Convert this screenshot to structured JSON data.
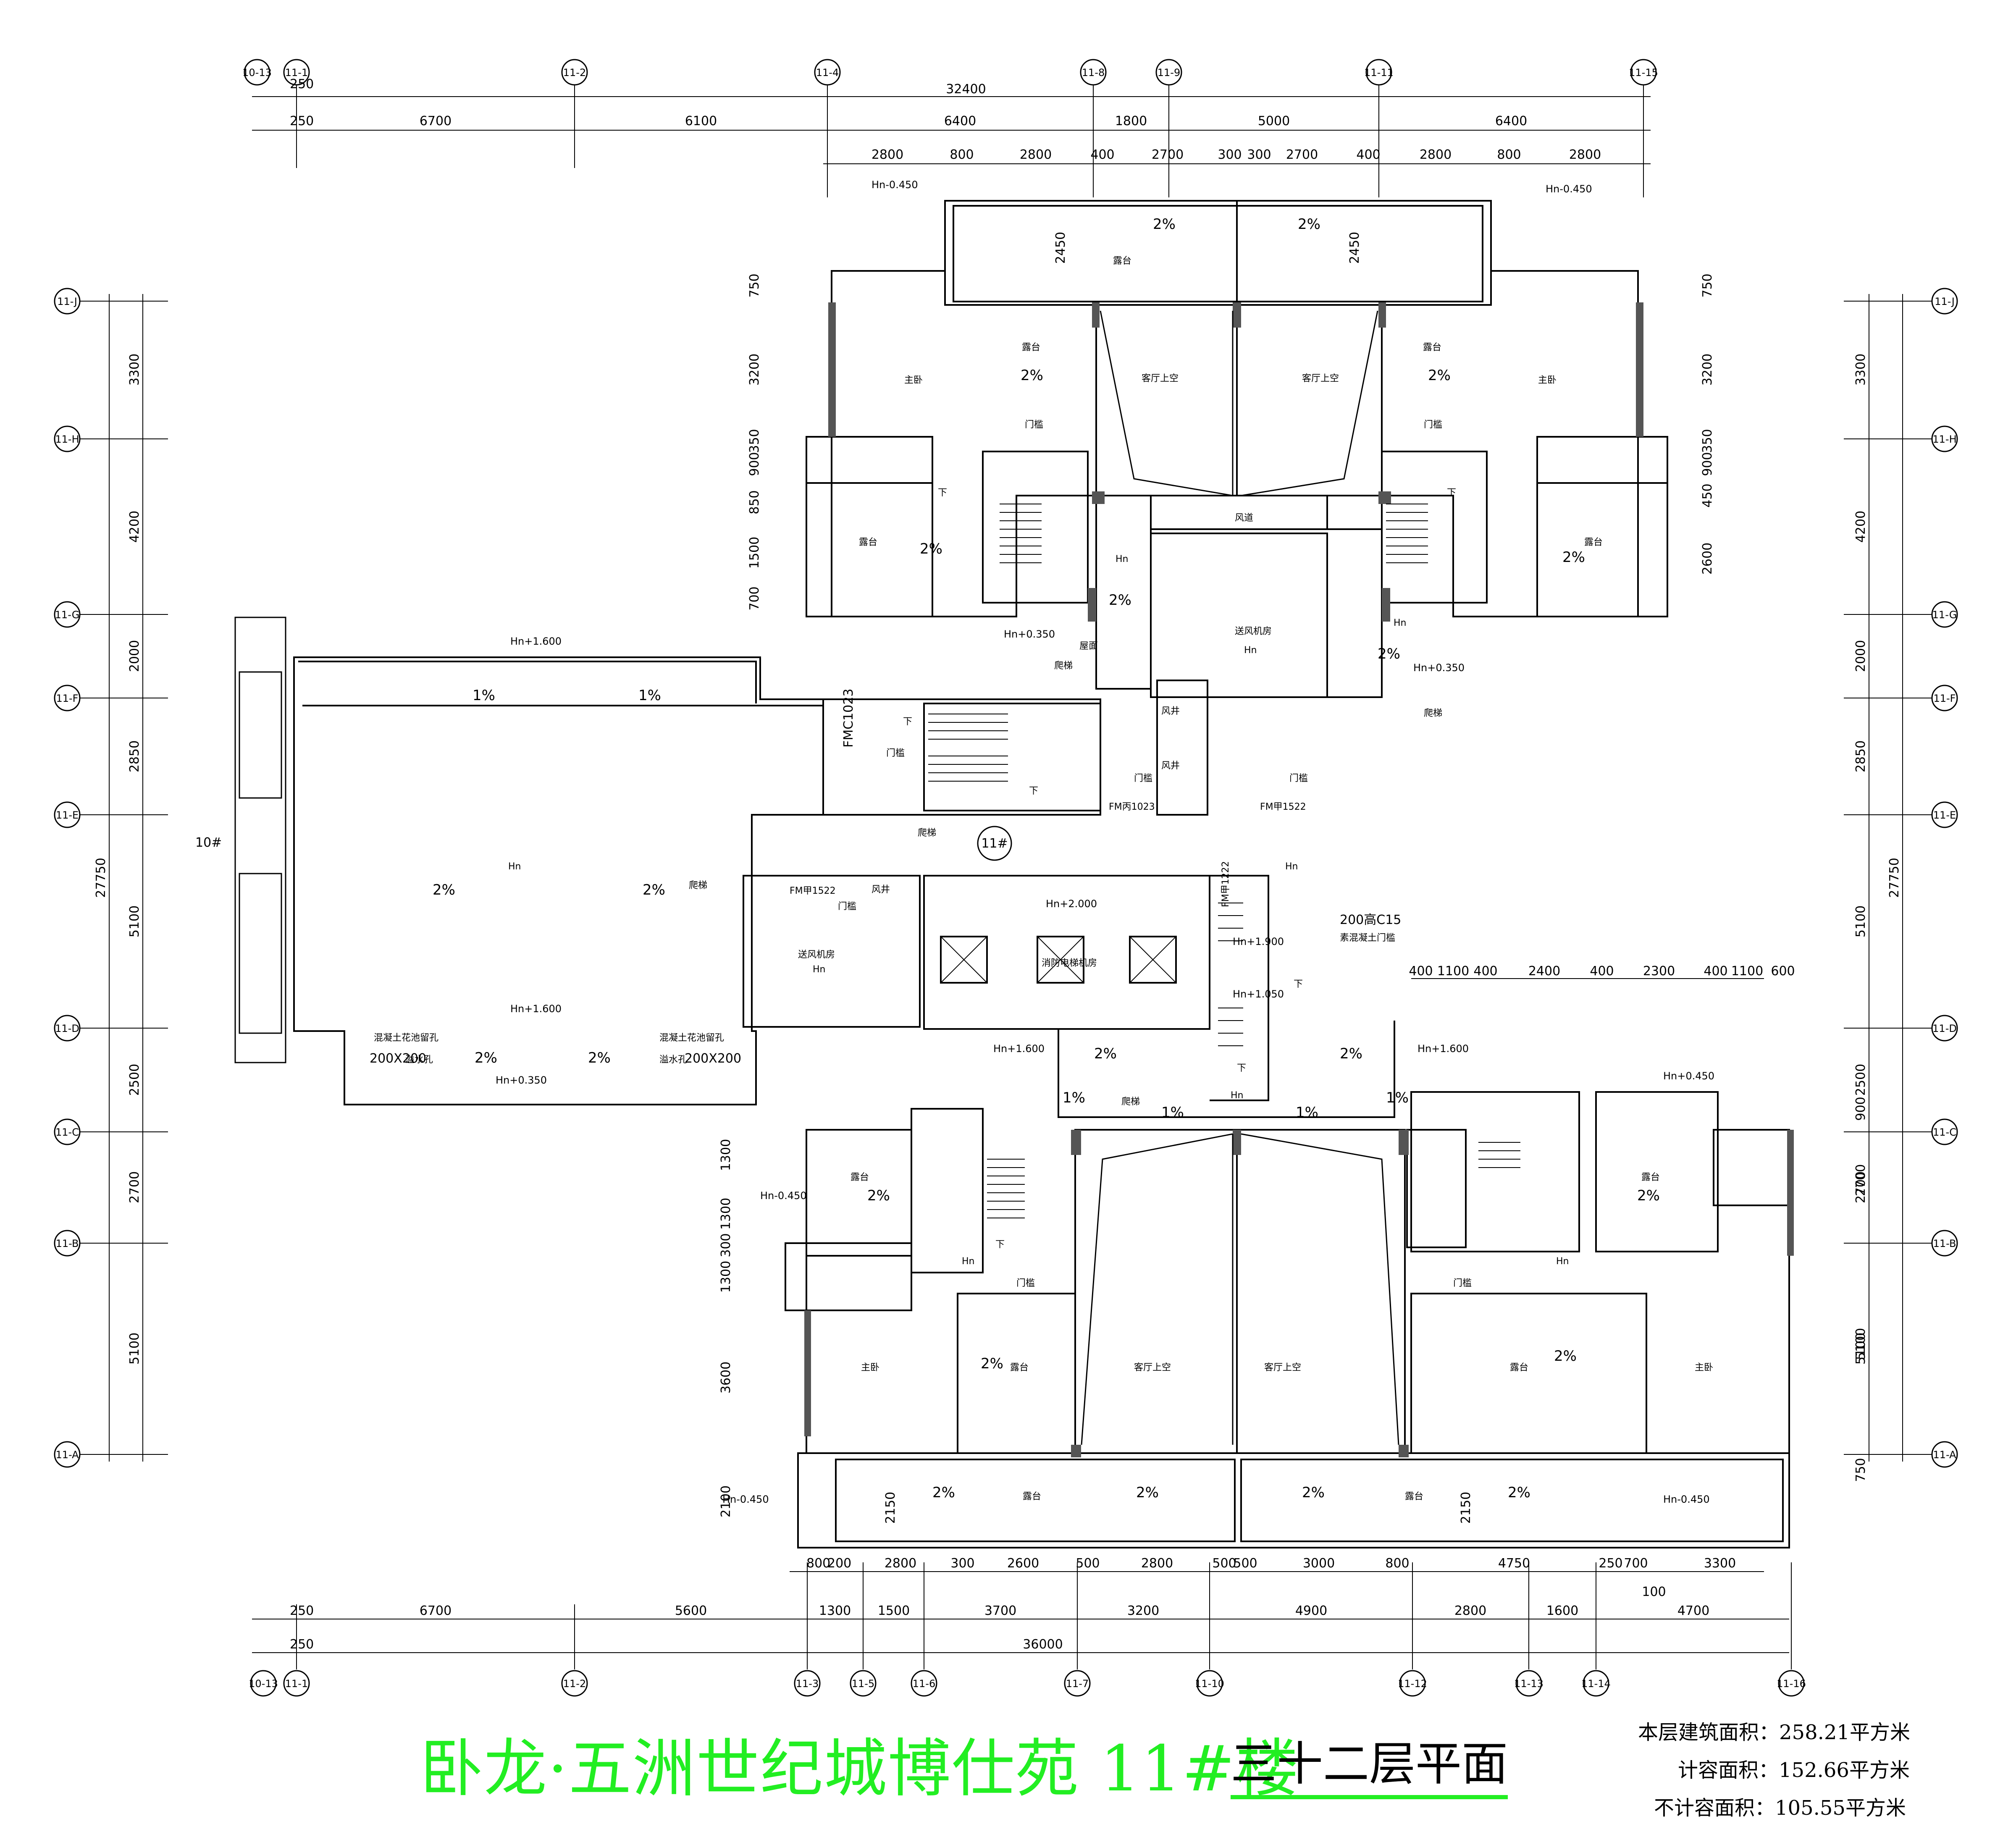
{
  "title": "卧龙·五洲世纪城博仕苑 11#楼",
  "subtitle": "三十二层平面",
  "areas": {
    "building": "本层建筑面积：258.21平方米",
    "counted": "计容面积：152.66平方米",
    "uncounted": "不计容面积：105.55平方米"
  },
  "top_axes": [
    "10-13",
    "11-1",
    "11-2",
    "11-4",
    "11-8",
    "11-9",
    "11-11",
    "11-15"
  ],
  "bottom_axes": [
    "10-13",
    "11-1",
    "11-2",
    "11-3",
    "11-5",
    "11-6",
    "11-7",
    "11-10",
    "11-12",
    "11-13",
    "11-14",
    "11-16"
  ],
  "side_axes": [
    "11-J",
    "11-H",
    "11-G",
    "11-F",
    "11-E",
    "11-D",
    "11-C",
    "11-B",
    "11-A"
  ],
  "top_dims": {
    "total": "32400",
    "small": "250",
    "row2": [
      "250",
      "6700",
      "6100",
      "6400",
      "1800",
      "5000",
      "6400"
    ],
    "row3": [
      "2800",
      "800",
      "2800",
      "400",
      "2700",
      "300",
      "300",
      "2700",
      "400",
      "2800",
      "800",
      "2800"
    ]
  },
  "bottom_dims": {
    "total": "36000",
    "small": "250",
    "row_a": [
      "800",
      "200",
      "2800",
      "300",
      "2600",
      "500",
      "2800",
      "500",
      "500",
      "3000",
      "800",
      "4750",
      "250",
      "700",
      "3300"
    ],
    "row_b": [
      "250",
      "6700",
      "5600",
      "1300",
      "1500",
      "3700",
      "3200",
      "4900",
      "2800",
      "1600",
      "4700"
    ],
    "row_b_extra": "100"
  },
  "left_dims": {
    "total": "27750",
    "major": [
      "3300",
      "4200",
      "2000",
      "2850",
      "5100",
      "2500",
      "2700",
      "5100"
    ]
  },
  "right_dims": {
    "total": "27750",
    "major": [
      "3300",
      "4200",
      "2000",
      "2850",
      "5100",
      "2500",
      "2700",
      "5100"
    ]
  },
  "unit_dims_top_left": [
    "750",
    "3200",
    "350",
    "900",
    "850",
    "1500",
    "700",
    "2450"
  ],
  "unit_dims_top_right": [
    "750",
    "3200",
    "350",
    "900",
    "450",
    "2600",
    "2450"
  ],
  "unit_dims_bottom_left": [
    "1300",
    "1300",
    "300",
    "1300",
    "3600",
    "2100",
    "2150"
  ],
  "unit_dims_bottom_right": [
    "900",
    "2700",
    "5100",
    "750",
    "2150"
  ],
  "mid_dims": [
    "400",
    "1100",
    "400",
    "2400",
    "400",
    "2300",
    "400",
    "1100",
    "600"
  ],
  "labels": {
    "terrace": "露台",
    "master_bedroom": "主卧",
    "living_void": "客厅上空",
    "air_duct": "风道",
    "air_supply_room": "送风机房",
    "fire_fan_room": "消防电梯机房",
    "roof": "屋面",
    "wind_shaft": "风井",
    "door_sill": "门槛",
    "climbing_ladder": "爬梯",
    "down": "下",
    "hn": "Hn",
    "building_no": "11#",
    "neighbor_building": "10#",
    "overflow_note_left": "混凝土花池留孔",
    "overflow_note_right": "混凝土花池留孔",
    "overflow_size": "200X200",
    "overflow_pipe": "溢水孔",
    "slab_note": "200高C15",
    "slab_note2": "素混凝土门槛"
  },
  "levels": {
    "minus_0450": "Hn-0.450",
    "plus_0450": "Hn+0.450",
    "plus_1600": "Hn+1.600",
    "plus_0350": "Hn+0.350",
    "plus_2000": "Hn+2.000",
    "plus_1900": "Hn+1.900",
    "plus_1050": "Hn+1.050"
  },
  "slopes": {
    "two": "2%",
    "one": "1%"
  },
  "doors": {
    "fmc1023": "FMC1023",
    "fm1023": "FM丙1023",
    "fm1522": "FM甲1522",
    "fm1522b": "FM甲1522",
    "fm1222": "FM甲1222"
  },
  "colors": {
    "title": "#22ee22",
    "wall": "#000000",
    "column": "#666666"
  }
}
